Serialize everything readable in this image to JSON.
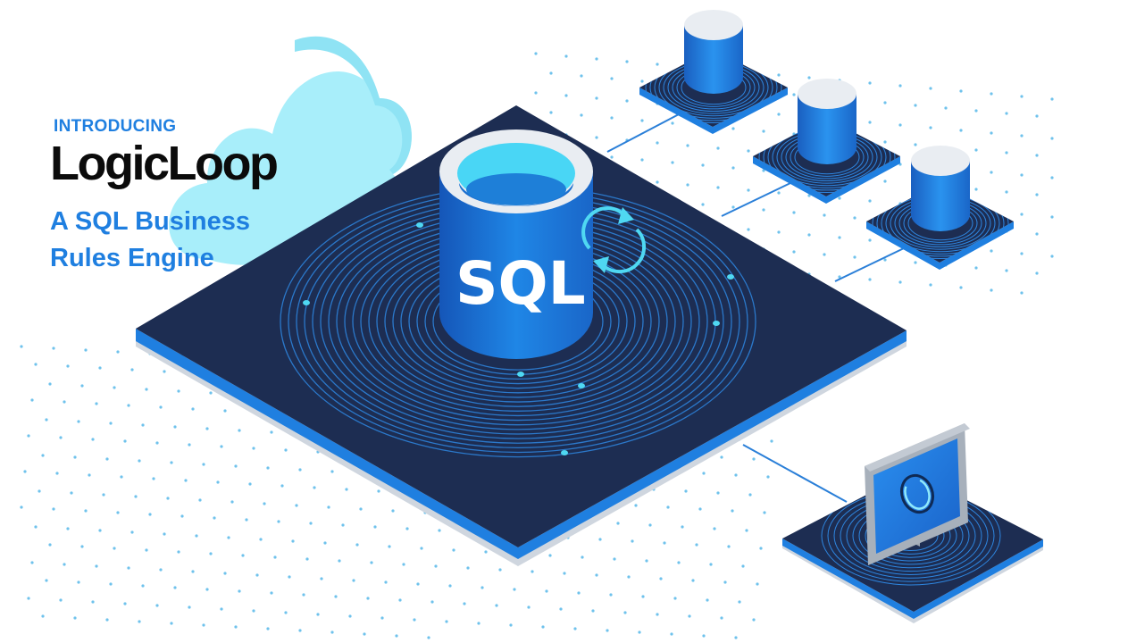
{
  "hero": {
    "eyebrow": "INTRODUCING",
    "brand": "LogicLoop",
    "tagline_line1": "A SQL Business",
    "tagline_line2": "Rules Engine"
  },
  "illustration": {
    "main_database_label": "SQL",
    "database_count": 3,
    "icons": [
      "cloud-icon",
      "sql-database-icon",
      "sync-icon",
      "database-icon",
      "monitor-icon",
      "loading-ring-icon"
    ]
  },
  "colors": {
    "accent_blue": "#1f7fe0",
    "platform_navy": "#1d2d52",
    "cylinder_blue": "#1a6fd0",
    "cloud_cyan": "#a8eefa",
    "dot_blue": "#6fc2ec"
  }
}
